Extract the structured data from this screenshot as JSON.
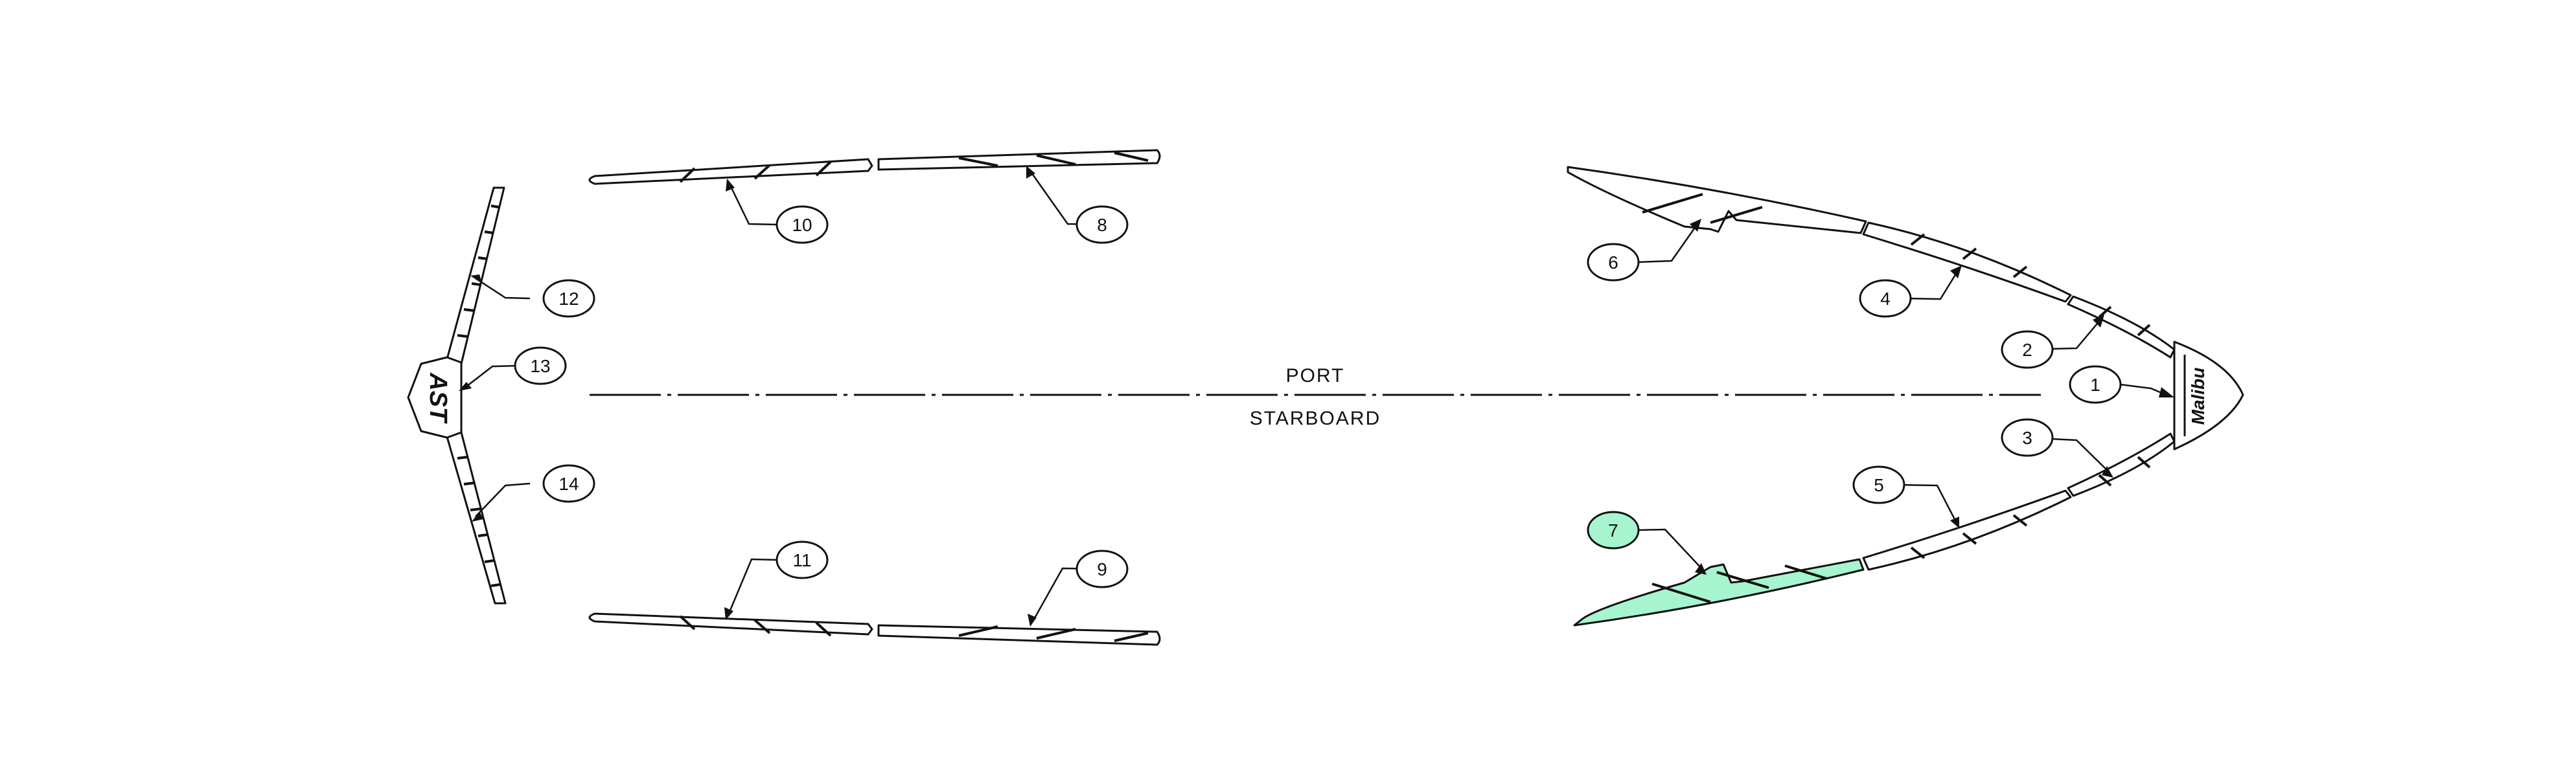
{
  "diagram": {
    "port_label": "PORT",
    "starboard_label": "STARBOARD",
    "logo_text": "AST",
    "bow_logo_text": "Malibu",
    "selected_part": "7",
    "selected_color": "#a6f5d0",
    "callouts": [
      {
        "id": "1",
        "label": "1"
      },
      {
        "id": "2",
        "label": "2"
      },
      {
        "id": "3",
        "label": "3"
      },
      {
        "id": "4",
        "label": "4"
      },
      {
        "id": "5",
        "label": "5"
      },
      {
        "id": "6",
        "label": "6"
      },
      {
        "id": "7",
        "label": "7"
      },
      {
        "id": "8",
        "label": "8"
      },
      {
        "id": "9",
        "label": "9"
      },
      {
        "id": "10",
        "label": "10"
      },
      {
        "id": "11",
        "label": "11"
      },
      {
        "id": "12",
        "label": "12"
      },
      {
        "id": "13",
        "label": "13"
      },
      {
        "id": "14",
        "label": "14"
      }
    ]
  }
}
